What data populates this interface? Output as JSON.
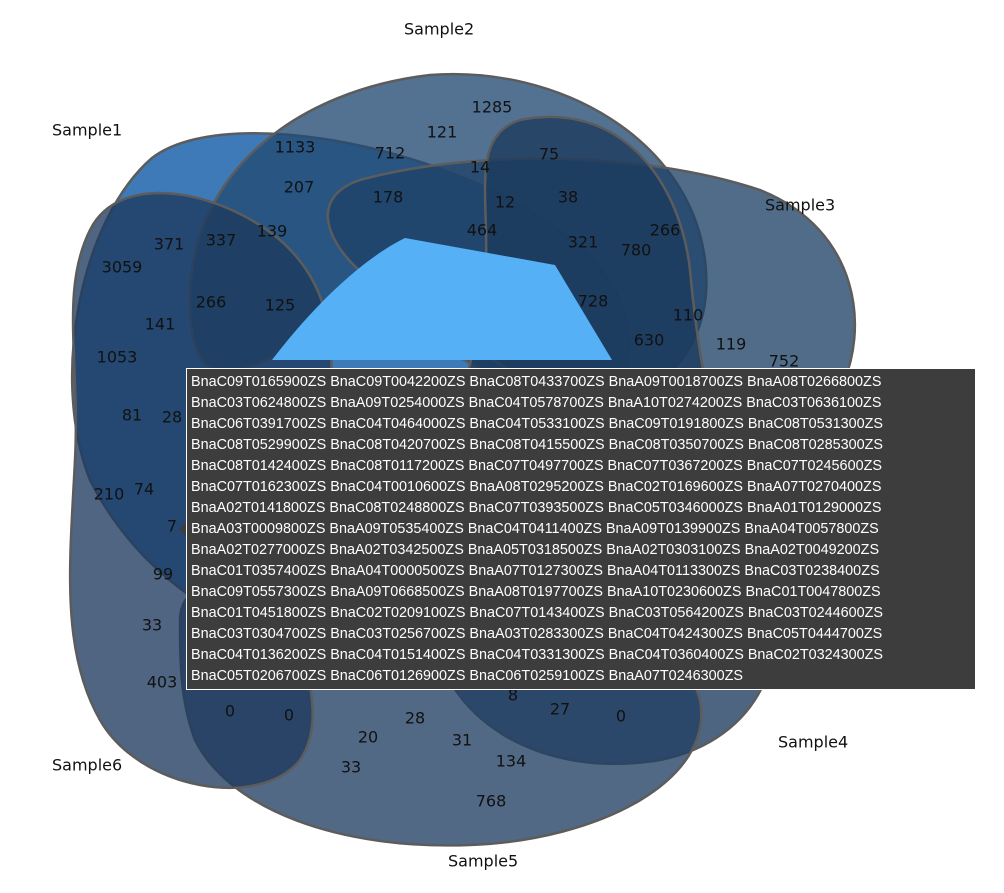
{
  "colors": {
    "background": "#ffffff",
    "outline": "#5c5c5c",
    "center_highlight": "#55b0f5",
    "tooltip_background": "#3d3d3d"
  },
  "sets": [
    {
      "label": "Sample1",
      "fill": "#3e7ab7"
    },
    {
      "label": "Sample2",
      "fill": "#234a73"
    },
    {
      "label": "Sample3",
      "fill": "#1f4268"
    },
    {
      "label": "Sample4",
      "fill": "#1b3a5c"
    },
    {
      "label": "Sample5",
      "fill": "#213f63"
    },
    {
      "label": "Sample6",
      "fill": "#1d3a5d"
    }
  ],
  "counts": [
    "1285",
    "1133",
    "121",
    "712",
    "14",
    "75",
    "207",
    "178",
    "12",
    "38",
    "266",
    "464",
    "321",
    "780",
    "371",
    "337",
    "139",
    "3059",
    "728",
    "110",
    "266",
    "125",
    "630",
    "119",
    "141",
    "752",
    "1053",
    "81",
    "28",
    "210",
    "74",
    "7",
    "99",
    "33",
    "403",
    "0",
    "0",
    "28",
    "20",
    "31",
    "8",
    "27",
    "0",
    "134",
    "33",
    "768"
  ],
  "tooltip": {
    "rows": [
      "BnaC09T0165900ZS BnaC09T0042200ZS BnaC08T0433700ZS BnaA09T0018700ZS BnaA08T0266800ZS",
      "BnaC03T0624800ZS BnaA09T0254000ZS BnaC04T0578700ZS BnaA10T0274200ZS BnaC03T0636100ZS",
      "BnaC06T0391700ZS BnaC04T0464000ZS BnaC04T0533100ZS BnaC09T0191800ZS BnaC08T0531300ZS",
      "BnaC08T0529900ZS BnaC08T0420700ZS BnaC08T0415500ZS BnaC08T0350700ZS BnaC08T0285300ZS",
      "BnaC08T0142400ZS BnaC08T0117200ZS BnaC07T0497700ZS BnaC07T0367200ZS BnaC07T0245600ZS",
      "BnaC07T0162300ZS BnaC04T0010600ZS BnaA08T0295200ZS BnaC02T0169600ZS BnaA07T0270400ZS",
      "BnaA02T0141800ZS BnaC08T0248800ZS BnaC07T0393500ZS BnaC05T0346000ZS BnaA01T0129000ZS",
      "BnaA03T0009800ZS BnaA09T0535400ZS BnaC04T0411400ZS BnaA09T0139900ZS BnaA04T0057800ZS",
      "BnaA02T0277000ZS BnaA02T0342500ZS BnaA05T0318500ZS BnaA02T0303100ZS BnaA02T0049200ZS",
      "BnaC01T0357400ZS BnaA04T0000500ZS BnaA07T0127300ZS BnaA04T0113300ZS BnaC03T0238400ZS",
      "BnaC09T0557300ZS BnaA09T0668500ZS BnaA08T0197700ZS BnaA10T0230600ZS BnaC01T0047800ZS",
      "BnaC01T0451800ZS BnaC02T0209100ZS BnaC07T0143400ZS BnaC03T0564200ZS BnaC03T0244600ZS",
      "BnaC03T0304700ZS BnaC03T0256700ZS BnaA03T0283300ZS BnaC04T0424300ZS BnaC05T0444700ZS",
      "BnaC04T0136200ZS BnaC04T0151400ZS BnaC04T0331300ZS BnaC04T0360400ZS BnaC02T0324300ZS",
      "BnaC05T0206700ZS BnaC06T0126900ZS BnaC06T0259100ZS BnaA07T0246300ZS"
    ]
  }
}
